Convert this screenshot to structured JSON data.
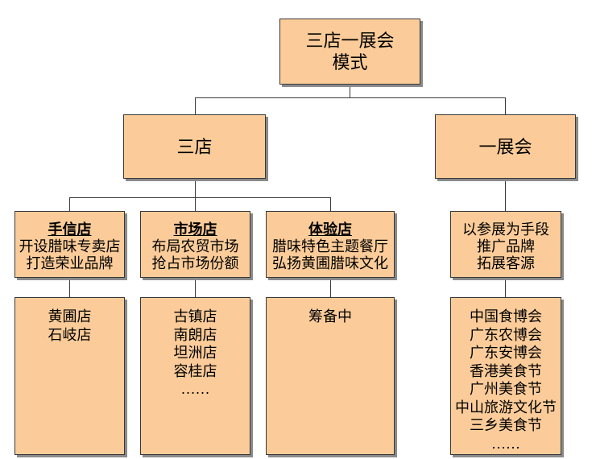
{
  "root": {
    "line1": "三店一展会",
    "line2": "模式"
  },
  "level2": {
    "three_stores_label": "三店",
    "one_expo_label": "一展会"
  },
  "level3": {
    "gift_store": {
      "title": "手信店",
      "line1": "开设腊味专卖店",
      "line2": "打造荣业品牌"
    },
    "market_store": {
      "title": "市场店",
      "line1": "布局农贸市场",
      "line2": "抢占市场份额"
    },
    "experience_store": {
      "title": "体验店",
      "line1": "腊味特色主题餐厅",
      "line2": "弘扬黄圃腊味文化"
    },
    "expo_approach": {
      "line1": "以参展为手段",
      "line2": "推广品牌",
      "line3": "拓展客源"
    }
  },
  "level4": {
    "gift_store_locations": {
      "lines": [
        "黄圃店",
        "石岐店"
      ]
    },
    "market_store_locations": {
      "lines": [
        "古镇店",
        "南朗店",
        "坦洲店",
        "容桂店",
        "……"
      ]
    },
    "experience_store_status": {
      "lines": [
        "筹备中"
      ]
    },
    "expo_list": {
      "lines": [
        "中国食博会",
        "广东农博会",
        "广东安博会",
        "香港美食节",
        "广州美食节",
        "中山旅游文化节",
        "三乡美食节",
        "……"
      ]
    }
  },
  "colors": {
    "box_fill": "#FBCC99",
    "box_border": "#383838",
    "connector": "#3A3A3A",
    "shadow": "#8A8A8A",
    "background": "#FFFFFF"
  }
}
